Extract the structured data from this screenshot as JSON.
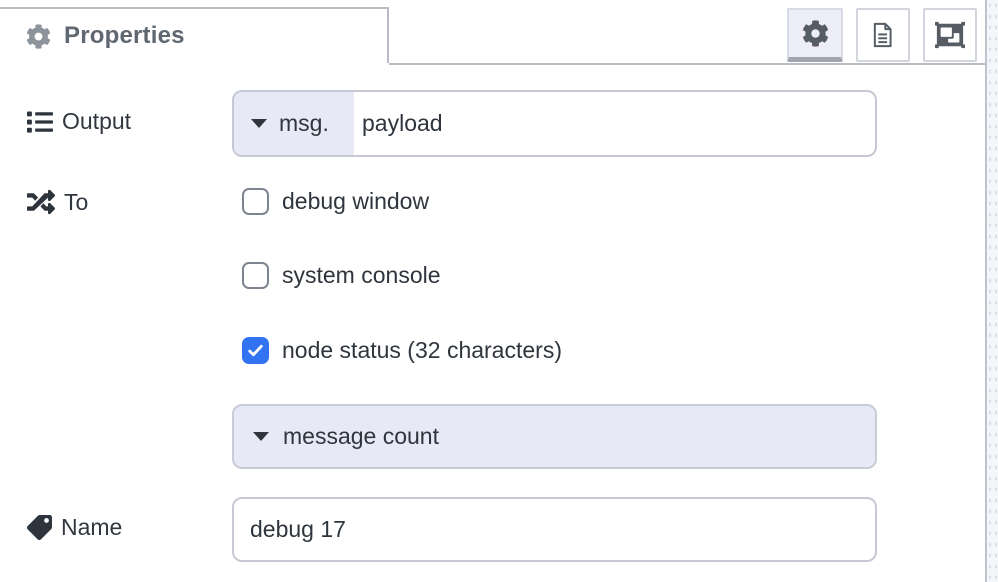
{
  "tab": {
    "label": "Properties",
    "icon": "gear-icon"
  },
  "toolbar": {
    "buttons": [
      {
        "name": "properties",
        "icon": "gear-icon",
        "active": true
      },
      {
        "name": "description",
        "icon": "document-icon",
        "active": false
      },
      {
        "name": "appearance",
        "icon": "object-group-icon",
        "active": false
      }
    ]
  },
  "form": {
    "output": {
      "label": "Output",
      "icon": "list-icon",
      "type_prefix": "msg.",
      "value": "payload"
    },
    "to": {
      "label": "To",
      "icon": "shuffle-icon",
      "targets": [
        {
          "label": "debug window",
          "checked": false
        },
        {
          "label": "system console",
          "checked": false
        },
        {
          "label": "node status (32 characters)",
          "checked": true
        }
      ]
    },
    "status_field": {
      "value": "message count",
      "icon": "caret-down-icon"
    },
    "name": {
      "label": "Name",
      "icon": "tag-icon",
      "value": "debug 17"
    }
  },
  "colors": {
    "checkbox_accent": "#3273f2",
    "typed_input_bg": "#e7e9f6",
    "header_text": "#5f6870",
    "body_text": "#2f353d",
    "field_border": "#c6c9d3",
    "tab_border": "#b9bcc4"
  }
}
